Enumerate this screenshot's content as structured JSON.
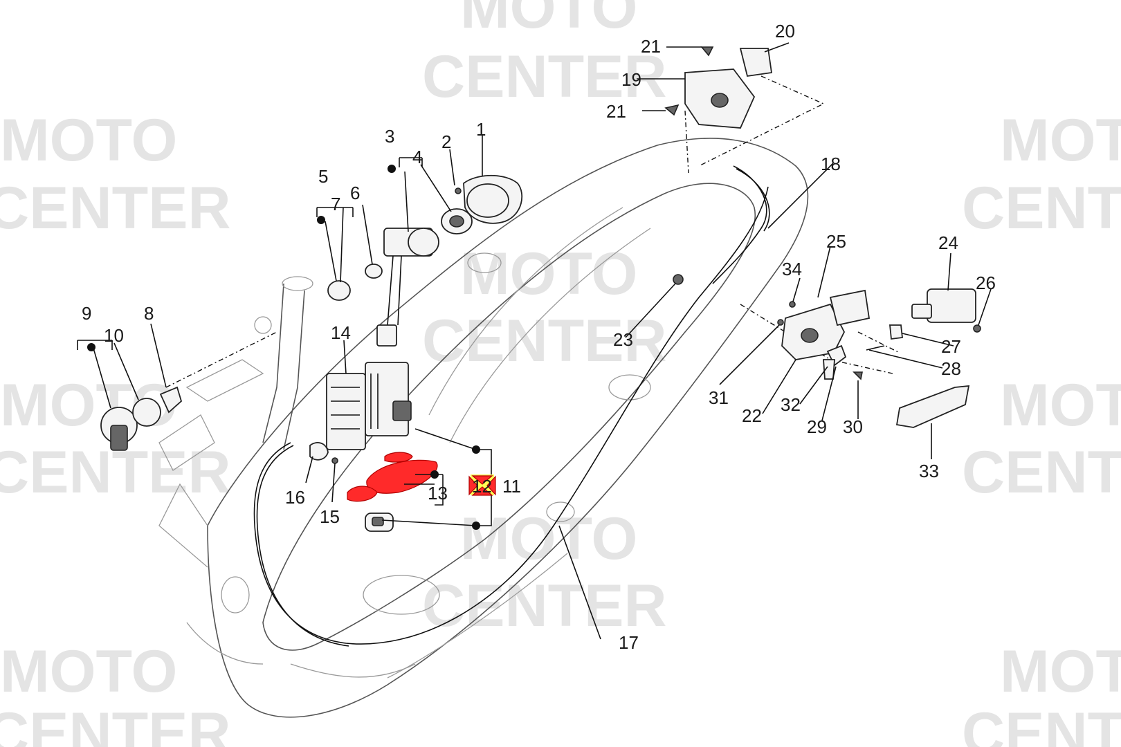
{
  "watermark": {
    "line1": "MOTO",
    "line2": "CENTER"
  },
  "callouts": {
    "c1": "1",
    "c2": "2",
    "c3": "3",
    "c4": "4",
    "c5": "5",
    "c6": "6",
    "c7": "7",
    "c8": "8",
    "c9": "9",
    "c10": "10",
    "c11": "11",
    "c12": "12",
    "c13": "13",
    "c14": "14",
    "c15": "15",
    "c16": "16",
    "c17": "17",
    "c18": "18",
    "c19": "19",
    "c20": "20",
    "c21a": "21",
    "c21b": "21",
    "c22": "22",
    "c23": "23",
    "c24": "24",
    "c25": "25",
    "c26": "26",
    "c27": "27",
    "c28": "28",
    "c29": "29",
    "c30": "30",
    "c31": "31",
    "c32": "32",
    "c33": "33",
    "c34": "34"
  },
  "highlight": {
    "selected_part": "12",
    "color": "#ff2a2a",
    "label_bg": "#ffff55"
  }
}
